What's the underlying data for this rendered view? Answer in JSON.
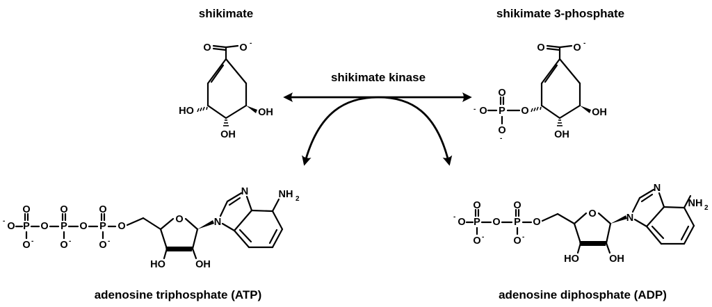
{
  "labels": {
    "shikimate": "shikimate",
    "shikimate_3_phosphate": "shikimate 3-phosphate",
    "enzyme": "shikimate kinase",
    "atp": "adenosine triphosphate (ATP)",
    "adp": "adenosine diphosphate (ADP)"
  },
  "atoms": {
    "O": "O",
    "OH": "OH",
    "HO": "HO",
    "P": "P",
    "N": "N",
    "NH": "NH",
    "two": "2",
    "minus": "-",
    "dash": "-"
  },
  "colors": {
    "ink": "#000000",
    "background": "#ffffff"
  }
}
